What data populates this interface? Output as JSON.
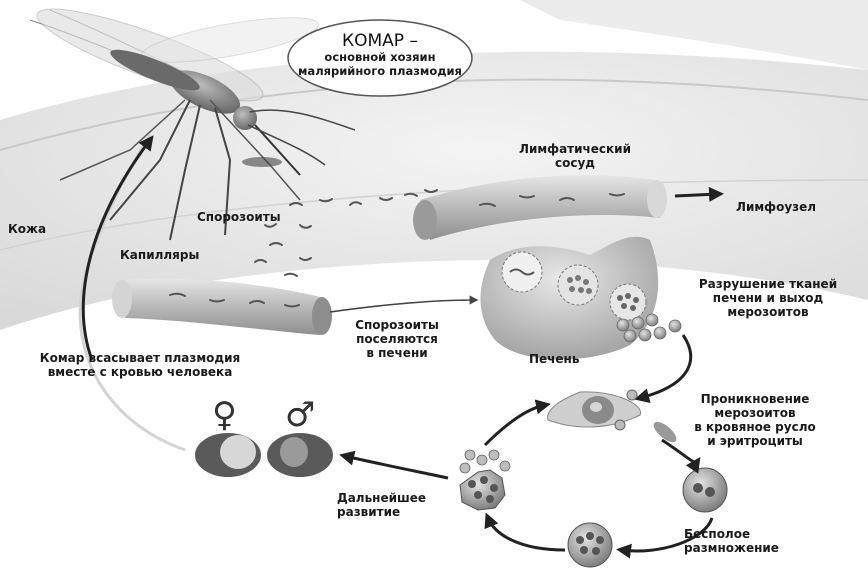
{
  "title": {
    "main": "КОМАР –",
    "line2": "основной хозяин",
    "line3": "малярийного плазмодия"
  },
  "labels": {
    "skin": "Кожа",
    "sporozoites": "Спорозоиты",
    "capillaries": "Капилляры",
    "lymph_vessel_1": "Лимфатический",
    "lymph_vessel_2": "сосуд",
    "lymph_node": "Лимфоузел",
    "liver_destruction_1": "Разрушение тканей",
    "liver_destruction_2": "печени и выход",
    "liver_destruction_3": "мерозоитов",
    "sporo_settle_1": "Спорозоиты",
    "sporo_settle_2": "поселяются",
    "sporo_settle_3": "в печени",
    "liver": "Печень",
    "mosquito_sucks_1": "Комар всасывает плазмодия",
    "mosquito_sucks_2": "вместе с кровью человека",
    "penetration_1": "Проникновение",
    "penetration_2": "мерозоитов",
    "penetration_3": "в кровяное русло",
    "penetration_4": "и эритроциты",
    "further_dev_1": "Дальнейшее",
    "further_dev_2": "развитие",
    "asexual_1": "Бесполое",
    "asexual_2": "размножение",
    "female_symbol": "♀",
    "male_symbol": "♂"
  }
}
